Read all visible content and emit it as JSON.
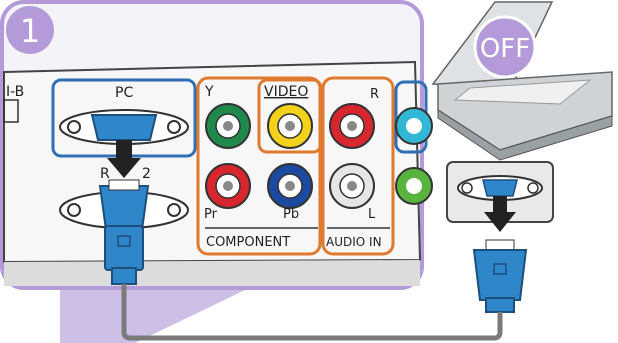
{
  "step": {
    "number": "1"
  },
  "laptop": {
    "power_state": "OFF"
  },
  "panel": {
    "edge_label": "I-B",
    "pc_label": "PC",
    "rgb_label_left": "R",
    "rgb_label_right": "2",
    "video_label": "VIDEO",
    "y_label": "Y",
    "pr_label": "Pr",
    "pb_label": "Pb",
    "component_label": "COMPONENT",
    "audio_r_label": "R",
    "audio_l_label": "L",
    "audio_in_label": "AUDIO IN"
  },
  "colors": {
    "step_badge": "#b49ad8",
    "frame_border": "#b49ad8",
    "pc_box": "#2f6fb6",
    "group_box": "#e07a2e",
    "jack_green": "#1f8a4c",
    "jack_yellow": "#f2d21a",
    "jack_red": "#d7262e",
    "jack_blue": "#1c4aa0",
    "jack_white": "#e6e6e6",
    "vga_plug": "#2f86c8",
    "cable": "#7a7a7a"
  }
}
